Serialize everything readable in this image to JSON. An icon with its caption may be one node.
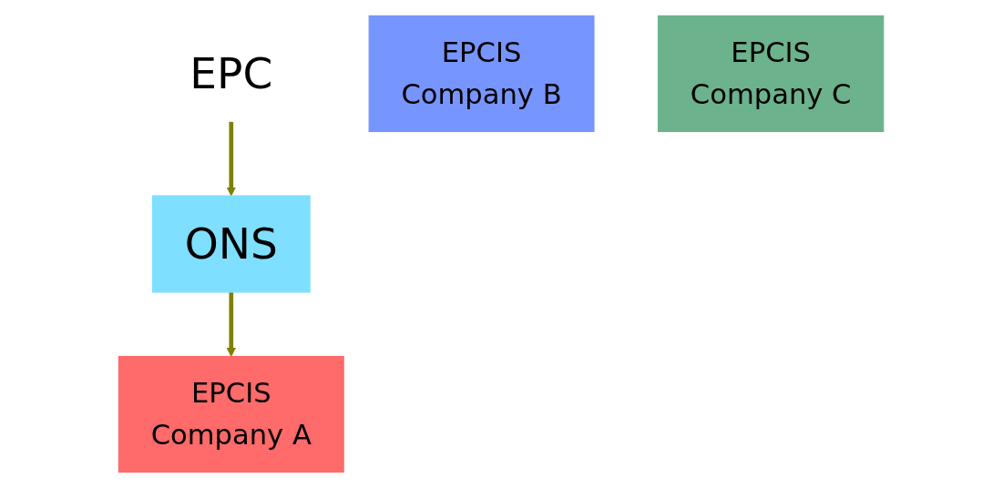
{
  "diagram": {
    "nodes": [
      {
        "text": [
          "EPC"
        ]
      },
      {
        "text": [
          "ONS"
        ]
      },
      {
        "text": [
          "EPCIS",
          "Company A"
        ]
      },
      {
        "text": [
          "EPCIS",
          "Company B"
        ]
      },
      {
        "text": [
          "EPCIS",
          "Company C"
        ]
      }
    ],
    "edges": [
      {
        "from": 0,
        "to": 1,
        "arrow": "to",
        "color": "#808000"
      },
      {
        "from": 1,
        "to": 2,
        "arrow": "to",
        "color": "#808000"
      }
    ]
  }
}
